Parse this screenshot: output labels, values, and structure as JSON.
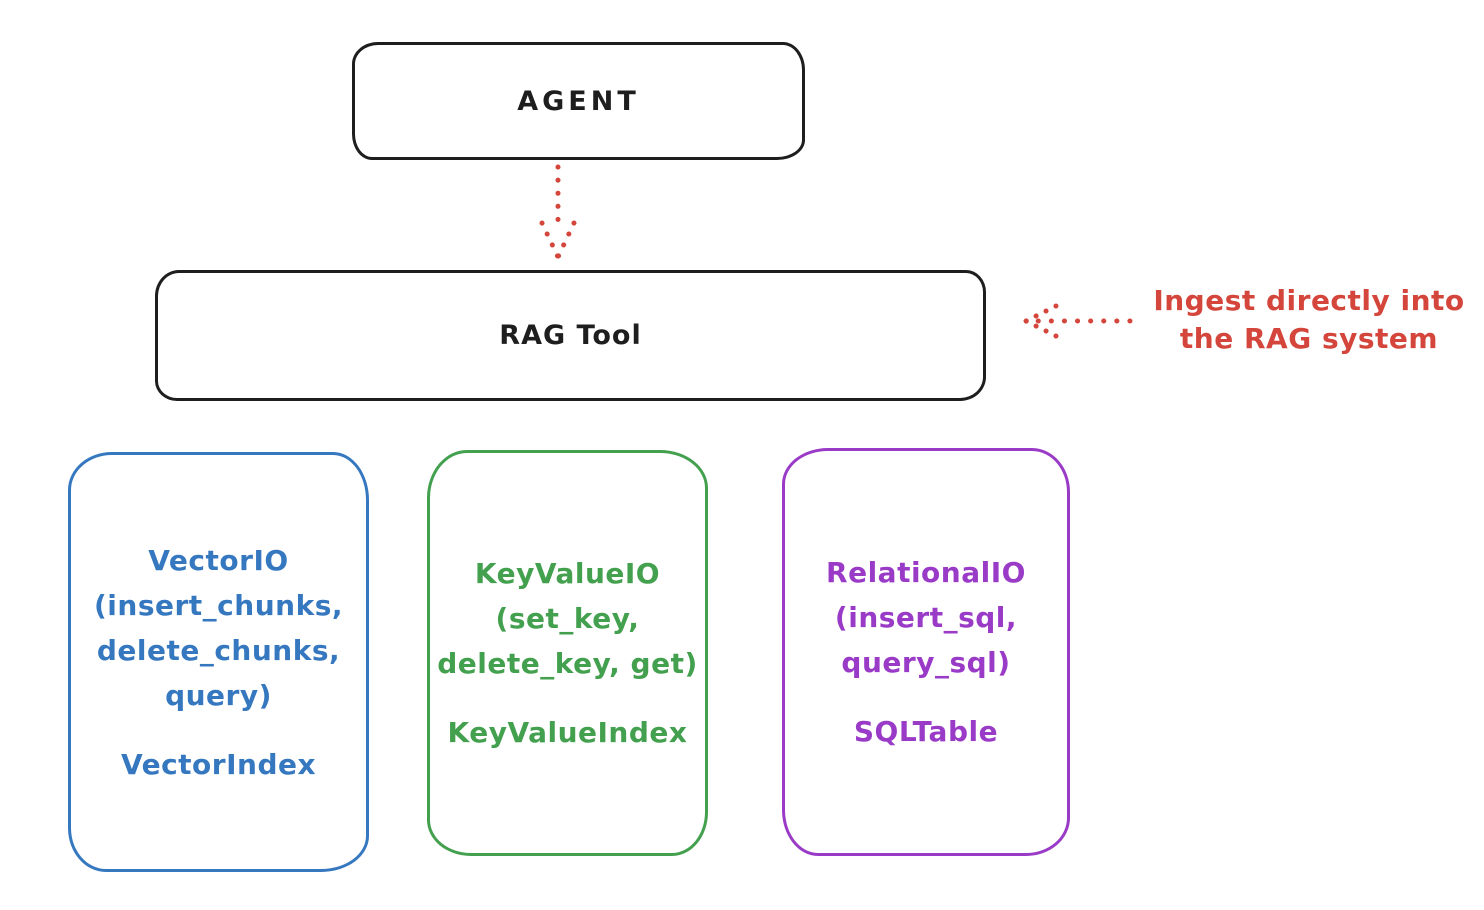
{
  "diagram": {
    "agent": {
      "label": "AGENT"
    },
    "rag_tool": {
      "label": "RAG Tool"
    },
    "annotation": {
      "lines": [
        "Ingest directly into",
        "the RAG system"
      ],
      "color": "#d4453b"
    },
    "arrows": [
      {
        "from": "agent",
        "to": "rag_tool",
        "style": "dotted",
        "direction": "down",
        "color": "#d4453b"
      },
      {
        "from": "annotation",
        "to": "rag_tool",
        "style": "dotted",
        "direction": "left",
        "color": "#d4453b"
      }
    ],
    "stores": [
      {
        "lines": [
          "VectorIO",
          "(insert_chunks,",
          "delete_chunks,",
          "query)"
        ],
        "index_label": "VectorIndex",
        "color": "#3678c0"
      },
      {
        "lines": [
          "KeyValueIO",
          "(set_key,",
          "delete_key, get)"
        ],
        "index_label": "KeyValueIndex",
        "color": "#43a04e"
      },
      {
        "lines": [
          "RelationalIO",
          "(insert_sql,",
          "query_sql)"
        ],
        "index_label": "SQLTable",
        "color": "#9a3bc8"
      }
    ],
    "stroke_color": "#1e1e1e",
    "background_color": "#ffffff"
  }
}
